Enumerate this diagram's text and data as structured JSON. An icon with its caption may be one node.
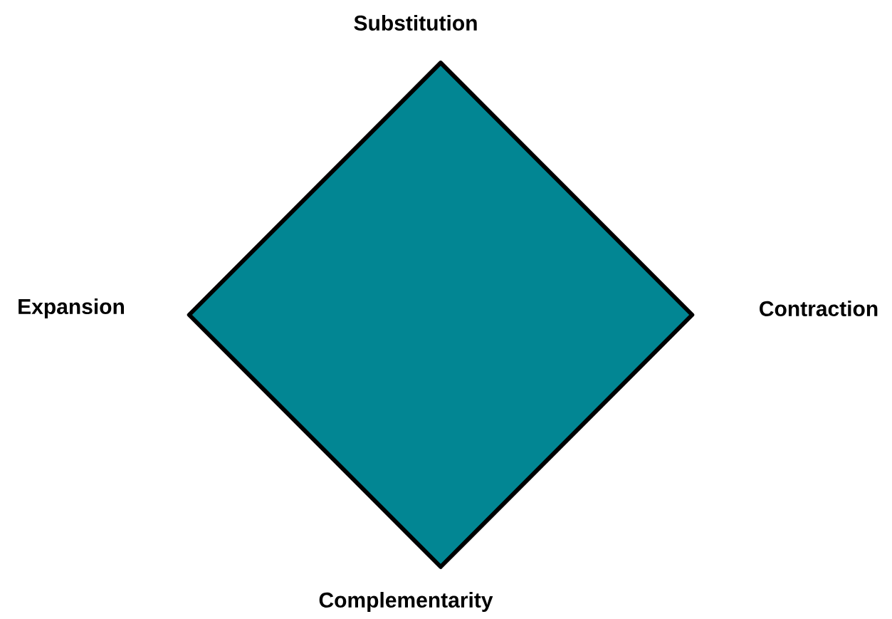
{
  "diagram": {
    "nodes": [
      {
        "text": [],
        "shape": "diamond"
      }
    ],
    "labels": [
      "Substitution",
      "Expansion",
      "Contraction",
      "Complementarity"
    ]
  }
}
